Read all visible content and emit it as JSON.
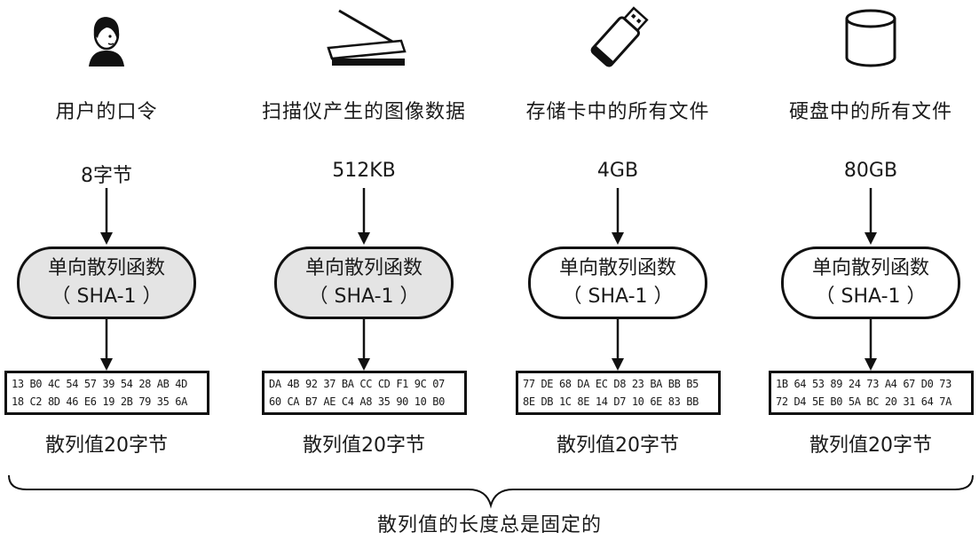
{
  "columns": [
    {
      "icon": "person-icon",
      "source": "用户的口令",
      "size": "8字节",
      "function_name": "单向散列函数",
      "function_algo": "（ SHA-1 ）",
      "shaded": true,
      "hash_lines": [
        "13 B0 4C 54 57 39 54 28 AB 4D",
        "18 C2 8D 46 E6 19 2B 79 35 6A"
      ],
      "hash_caption": "散列值20字节"
    },
    {
      "icon": "scanner-icon",
      "source": "扫描仪产生的图像数据",
      "size": "512KB",
      "function_name": "单向散列函数",
      "function_algo": "（ SHA-1 ）",
      "shaded": true,
      "hash_lines": [
        "DA 4B 92 37 BA CC CD F1 9C 07",
        "60 CA B7 AE C4 A8 35 90 10 B0"
      ],
      "hash_caption": "散列值20字节"
    },
    {
      "icon": "usb-drive-icon",
      "source": "存储卡中的所有文件",
      "size": "4GB",
      "function_name": "单向散列函数",
      "function_algo": "（ SHA-1 ）",
      "shaded": false,
      "hash_lines": [
        "77 DE 68 DA EC D8 23 BA BB B5",
        "8E DB 1C 8E 14 D7 10 6E 83 BB"
      ],
      "hash_caption": "散列值20字节"
    },
    {
      "icon": "hard-disk-icon",
      "source": "硬盘中的所有文件",
      "size": "80GB",
      "function_name": "单向散列函数",
      "function_algo": "（ SHA-1 ）",
      "shaded": false,
      "hash_lines": [
        "1B 64 53 89 24 73 A4 67 D0 73",
        "72 D4 5E B0 5A BC 20 31 64 7A"
      ],
      "hash_caption": "散列值20字节"
    }
  ],
  "conclusion": "散列值的长度总是固定的",
  "colors": {
    "stroke": "#111111",
    "shade": "#e4e4e4"
  }
}
